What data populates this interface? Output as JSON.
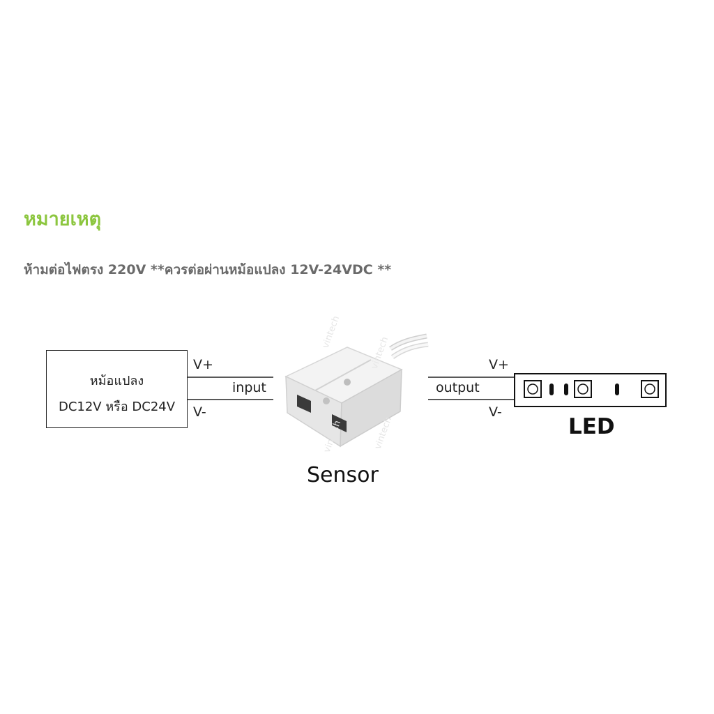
{
  "note": {
    "title": "หมายเหตุ",
    "text": "ห้ามต่อไฟตรง 220V **ควรต่อผ่านหม้อแปลง 12V-24VDC **"
  },
  "diagram": {
    "adapter": {
      "line1": "หม้อแปลง",
      "line2": "DC12V หรือ DC24V"
    },
    "input_side": {
      "v_plus": "V+",
      "label": "input",
      "v_minus": "V-"
    },
    "output_side": {
      "v_plus": "V+",
      "label": "output",
      "v_minus": "V-"
    },
    "sensor_caption": "Sensor",
    "led_caption": "LED",
    "watermark": "vintech"
  }
}
